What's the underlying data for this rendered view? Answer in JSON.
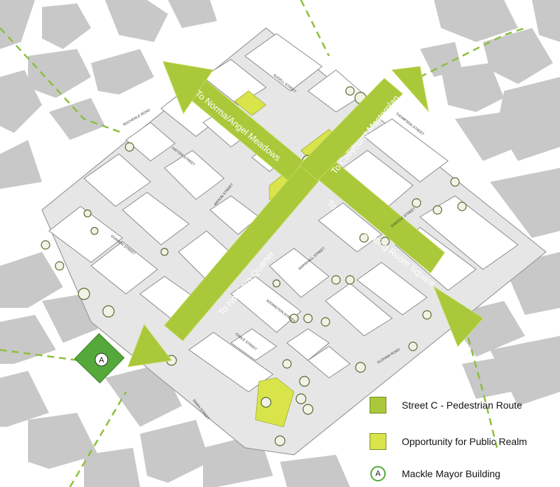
{
  "routes": {
    "north_west": "To Norma/Angel Meadows",
    "north_east": "To Collyhurst Masterplan",
    "south_east": "To Ancoats/Cutting Room Square",
    "south_west": "To Northern Quarter"
  },
  "streets": {
    "rochdale_road": "ROCHDALE ROAD",
    "sudell_street": "SUDELL STREET",
    "thompson_street": "THOMPSON STREET",
    "dantzic_street": "DANTZIC STREET",
    "marshall_street": "MARSHALL STREET",
    "addington_street": "ADDINGTON STREET",
    "cable_street": "CABLE STREET",
    "oldham_road": "OLDHAM ROAD",
    "swan_street": "SWAN STREET",
    "hatter_street": "HATTER STREET",
    "mason_street": "MASON STREET",
    "gunson_street": "GUNSON STREET"
  },
  "marker": {
    "label": "A"
  },
  "legend": {
    "items": [
      {
        "label": "Street C - Pedestrian Route",
        "kind": "route"
      },
      {
        "label": "Opportunity for Public Realm",
        "kind": "realm"
      },
      {
        "label": "Mackle Mayor Building",
        "kind": "building",
        "badge": "A"
      }
    ]
  },
  "colors": {
    "route_green": "#a9c83a",
    "realm_yellow": "#d9e44a",
    "marker_green": "#55a83a",
    "context_grey": "#c8c8c8",
    "path_dash": "#8cbf3c"
  }
}
